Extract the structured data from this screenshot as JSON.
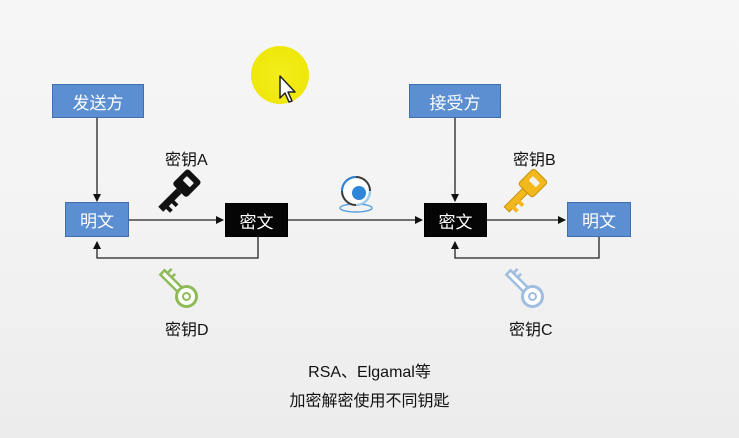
{
  "diagram": {
    "sender": "发送方",
    "receiver": "接受方",
    "plaintext_left": "明文",
    "ciphertext_left": "密文",
    "ciphertext_right": "密文",
    "plaintext_right": "明文",
    "key_a": "密钥A",
    "key_b": "密钥B",
    "key_c": "密钥C",
    "key_d": "密钥D",
    "caption_line1": "RSA、Elgamal等",
    "caption_line2": "加密解密使用不同钥匙"
  },
  "colors": {
    "box_blue": "#5b8fd2",
    "box_black": "#050505",
    "key_a": "#111111",
    "key_b": "#f2b81c",
    "key_c": "#a9c6e6",
    "key_d": "#9dc36b",
    "cursor_halo": "#efe70a"
  },
  "icons": {
    "key_a_icon": "key-icon",
    "key_b_icon": "key-icon",
    "key_c_icon": "key-icon",
    "key_d_icon": "key-icon",
    "transfer_icon": "network-transfer-icon",
    "cursor_icon": "mouse-pointer-icon"
  }
}
